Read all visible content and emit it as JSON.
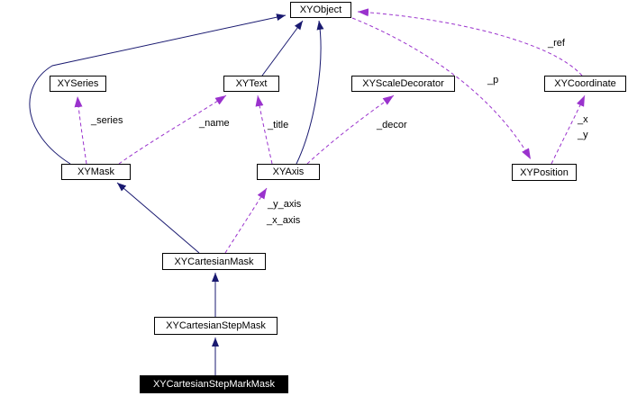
{
  "diagram": {
    "type": "class-collaboration-graph",
    "colors": {
      "background": "#ffffff",
      "inheritance_edge": "#191970",
      "usage_edge": "#9a32cd",
      "node_border": "#000000",
      "node_fill": "#ffffff",
      "focus_node_fill": "#000000",
      "focus_node_text": "#ffffff"
    },
    "nodes": [
      {
        "id": "xyobject",
        "label": "XYObject"
      },
      {
        "id": "xyseries",
        "label": "XYSeries"
      },
      {
        "id": "xytext",
        "label": "XYText"
      },
      {
        "id": "xyscaledecorator",
        "label": "XYScaleDecorator"
      },
      {
        "id": "xycoordinate",
        "label": "XYCoordinate"
      },
      {
        "id": "xymask",
        "label": "XYMask"
      },
      {
        "id": "xyaxis",
        "label": "XYAxis"
      },
      {
        "id": "xyposition",
        "label": "XYPosition"
      },
      {
        "id": "xycartesianmask",
        "label": "XYCartesianMask"
      },
      {
        "id": "xycartesianstepmask",
        "label": "XYCartesianStepMask"
      },
      {
        "id": "xycartesianstepmarkmask",
        "label": "XYCartesianStepMarkMask",
        "focus": true
      }
    ],
    "edges": [
      {
        "from": "XYMask",
        "to": "XYObject",
        "type": "inheritance",
        "labels": []
      },
      {
        "from": "XYText",
        "to": "XYObject",
        "type": "inheritance",
        "labels": []
      },
      {
        "from": "XYAxis",
        "to": "XYObject",
        "type": "inheritance",
        "labels": []
      },
      {
        "from": "XYCartesianMask",
        "to": "XYMask",
        "type": "inheritance",
        "labels": []
      },
      {
        "from": "XYCartesianStepMask",
        "to": "XYCartesianMask",
        "type": "inheritance",
        "labels": []
      },
      {
        "from": "XYCartesianStepMarkMask",
        "to": "XYCartesianStepMask",
        "type": "inheritance",
        "labels": []
      },
      {
        "from": "XYMask",
        "to": "XYSeries",
        "type": "usage",
        "labels": [
          "_series"
        ]
      },
      {
        "from": "XYMask",
        "to": "XYText",
        "type": "usage",
        "labels": [
          "_name"
        ]
      },
      {
        "from": "XYAxis",
        "to": "XYText",
        "type": "usage",
        "labels": [
          "_title"
        ]
      },
      {
        "from": "XYAxis",
        "to": "XYScaleDecorator",
        "type": "usage",
        "labels": [
          "_decor"
        ]
      },
      {
        "from": "XYObject",
        "to": "XYPosition",
        "type": "usage",
        "labels": [
          "_p"
        ]
      },
      {
        "from": "XYCoordinate",
        "to": "XYObject",
        "type": "usage",
        "labels": [
          "_ref"
        ]
      },
      {
        "from": "XYPosition",
        "to": "XYCoordinate",
        "type": "usage",
        "labels": [
          "_x",
          "_y"
        ]
      },
      {
        "from": "XYCartesianMask",
        "to": "XYAxis",
        "type": "usage",
        "labels": [
          "_y_axis",
          "_x_axis"
        ]
      }
    ]
  }
}
